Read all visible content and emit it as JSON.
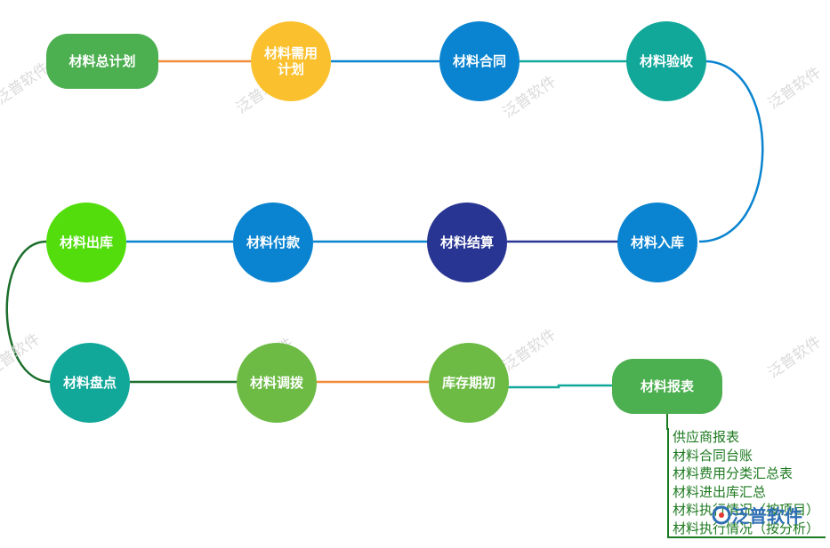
{
  "nodes": {
    "plan": "材料总计划",
    "demand_line1": "材料需用",
    "demand_line2": "计划",
    "contract": "材料合同",
    "acceptance": "材料验收",
    "inbound": "材料入库",
    "settlement": "材料结算",
    "payment": "材料付款",
    "outbound": "材料出库",
    "inventory": "材料盘点",
    "transfer": "材料调拨",
    "opening_stock": "库存期初",
    "report": "材料报表"
  },
  "report_items": [
    "供应商报表",
    "材料合同台账",
    "材料费用分类汇总表",
    "材料进出库汇总",
    "材料执行情况（按项目）",
    "材料执行情况（按分析）"
  ],
  "watermark": "泛普软件",
  "logo_text": "泛普软件",
  "colors": {
    "green": "#4caf50",
    "yellow": "#fbc02d",
    "blue": "#0a84d0",
    "teal": "#11a89a",
    "navy": "#283593",
    "lime": "#53dd0d",
    "light_green": "#6dbb45",
    "orange_line": "#f08c3a",
    "dark_green_line": "#1b6e2b"
  }
}
